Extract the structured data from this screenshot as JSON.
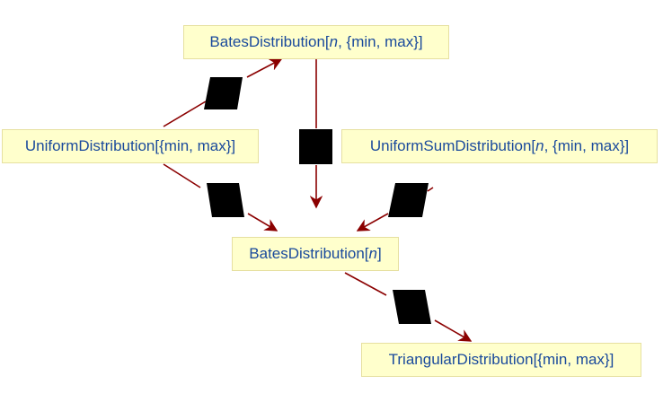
{
  "nodes": {
    "bates_minmax": {
      "prefix": "BatesDistribution[",
      "var": "n",
      "suffix": ", {min, max}]"
    },
    "uniform": {
      "text": "UniformDistribution[{min, max}]"
    },
    "uniform_sum": {
      "prefix": "UniformSumDistribution[",
      "var": "n",
      "suffix": ", {min, max}]"
    },
    "bates_n": {
      "prefix": "BatesDistribution[",
      "var": "n",
      "suffix": "]"
    },
    "triangular": {
      "text": "TriangularDistribution[{min, max}]"
    }
  },
  "colors": {
    "arrow": "#8b0000",
    "label_box": "#000000",
    "node_bg": "#ffffcc",
    "node_text": "#1a4a9c"
  }
}
